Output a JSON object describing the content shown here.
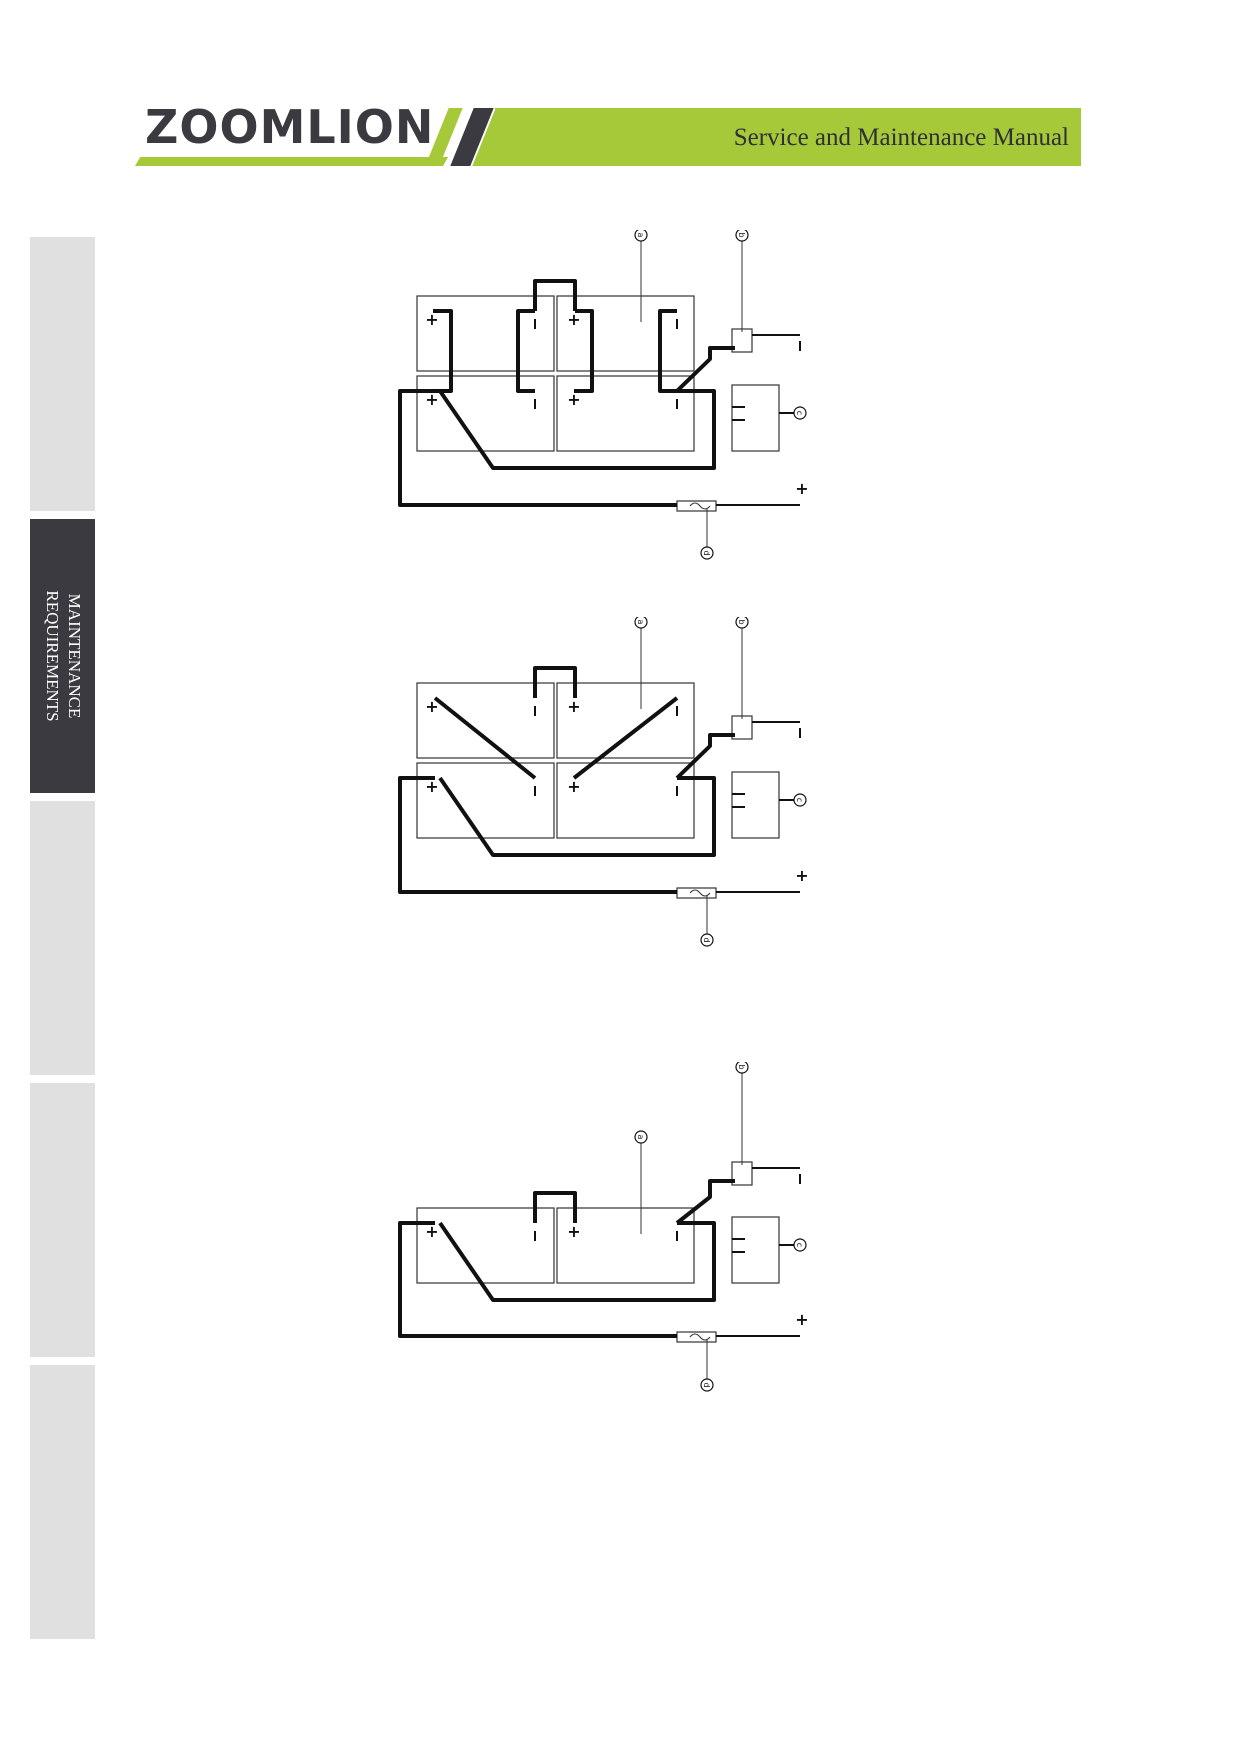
{
  "header": {
    "brand": "ZOOMLION",
    "manual_title": "Service and Maintenance Manual"
  },
  "sidebar": {
    "tabs": [
      {
        "label": "",
        "active": false
      },
      {
        "label_lines": [
          "MAINTENANCE",
          "REQUIREMENTS"
        ],
        "active": true
      },
      {
        "label": "",
        "active": false
      },
      {
        "label": "",
        "active": false
      },
      {
        "label": "",
        "active": false
      }
    ]
  },
  "diagrams": {
    "terminal_plus": "+",
    "terminal_minus": "−",
    "callout_a": "a",
    "callout_b": "b",
    "callout_c": "c",
    "callout_d": "d"
  },
  "colors": {
    "brand_green": "#a6c93a",
    "brand_dark": "#3a3a40",
    "tab_inactive": "#e0e0e0"
  }
}
